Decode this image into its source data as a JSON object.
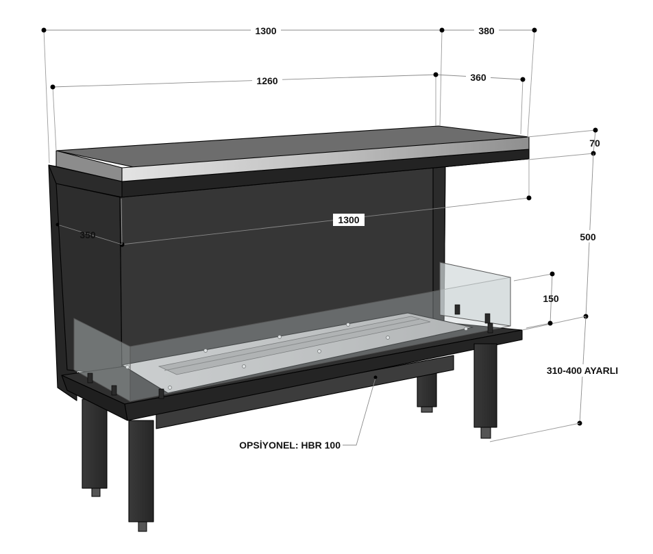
{
  "dimensions": {
    "overall_width": "1300",
    "overall_depth": "380",
    "top_width": "1260",
    "top_depth": "360",
    "top_thickness": "70",
    "total_height": "500",
    "inner_width": "1300",
    "inner_depth": "350",
    "glass_height": "150",
    "leg_height": "310-400 AYARLI"
  },
  "callouts": {
    "optional_burner": "OPSİYONEL: HBR 100"
  },
  "colors": {
    "body": "#3a3a3a",
    "body_dark": "#262626",
    "top_light": "#d9d9d9",
    "top_mid": "#9d9d9d",
    "glass": "#c9d0d2",
    "tray": "#bdbdbd",
    "dimension_line": "#8a8a8a"
  }
}
